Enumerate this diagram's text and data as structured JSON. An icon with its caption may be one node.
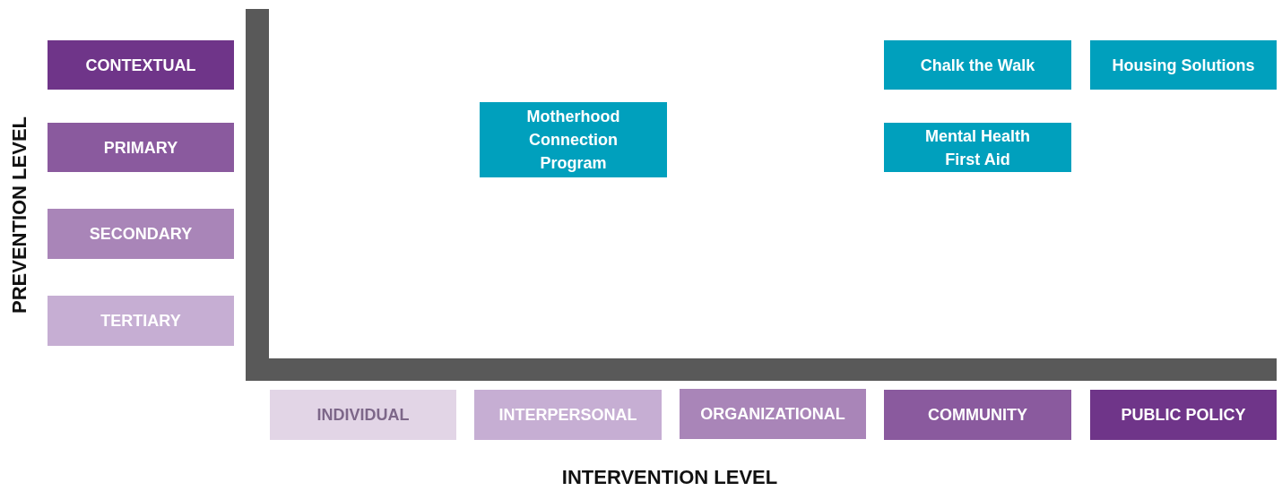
{
  "diagram": {
    "nodes": [
      {
        "text": [
          "CONTEXTUAL"
        ]
      },
      {
        "text": [
          "PRIMARY"
        ]
      },
      {
        "text": [
          "SECONDARY"
        ]
      },
      {
        "text": [
          "TERTIARY"
        ]
      },
      {
        "text": [
          "INDIVIDUAL"
        ]
      },
      {
        "text": [
          "INTERPERSONAL"
        ]
      },
      {
        "text": [
          "ORGANIZATIONAL"
        ]
      },
      {
        "text": [
          "COMMUNITY"
        ]
      },
      {
        "text": [
          "PUBLIC POLICY"
        ]
      },
      {
        "text": [
          "Chalk the Walk"
        ]
      },
      {
        "text": [
          "Housing Solutions"
        ]
      },
      {
        "text": [
          "Motherhood Connection Program"
        ]
      },
      {
        "text": [
          "Mental Health First Aid"
        ]
      }
    ],
    "labels": [
      "PREVENTION LEVEL",
      "INTERVENTION LEVEL"
    ]
  }
}
